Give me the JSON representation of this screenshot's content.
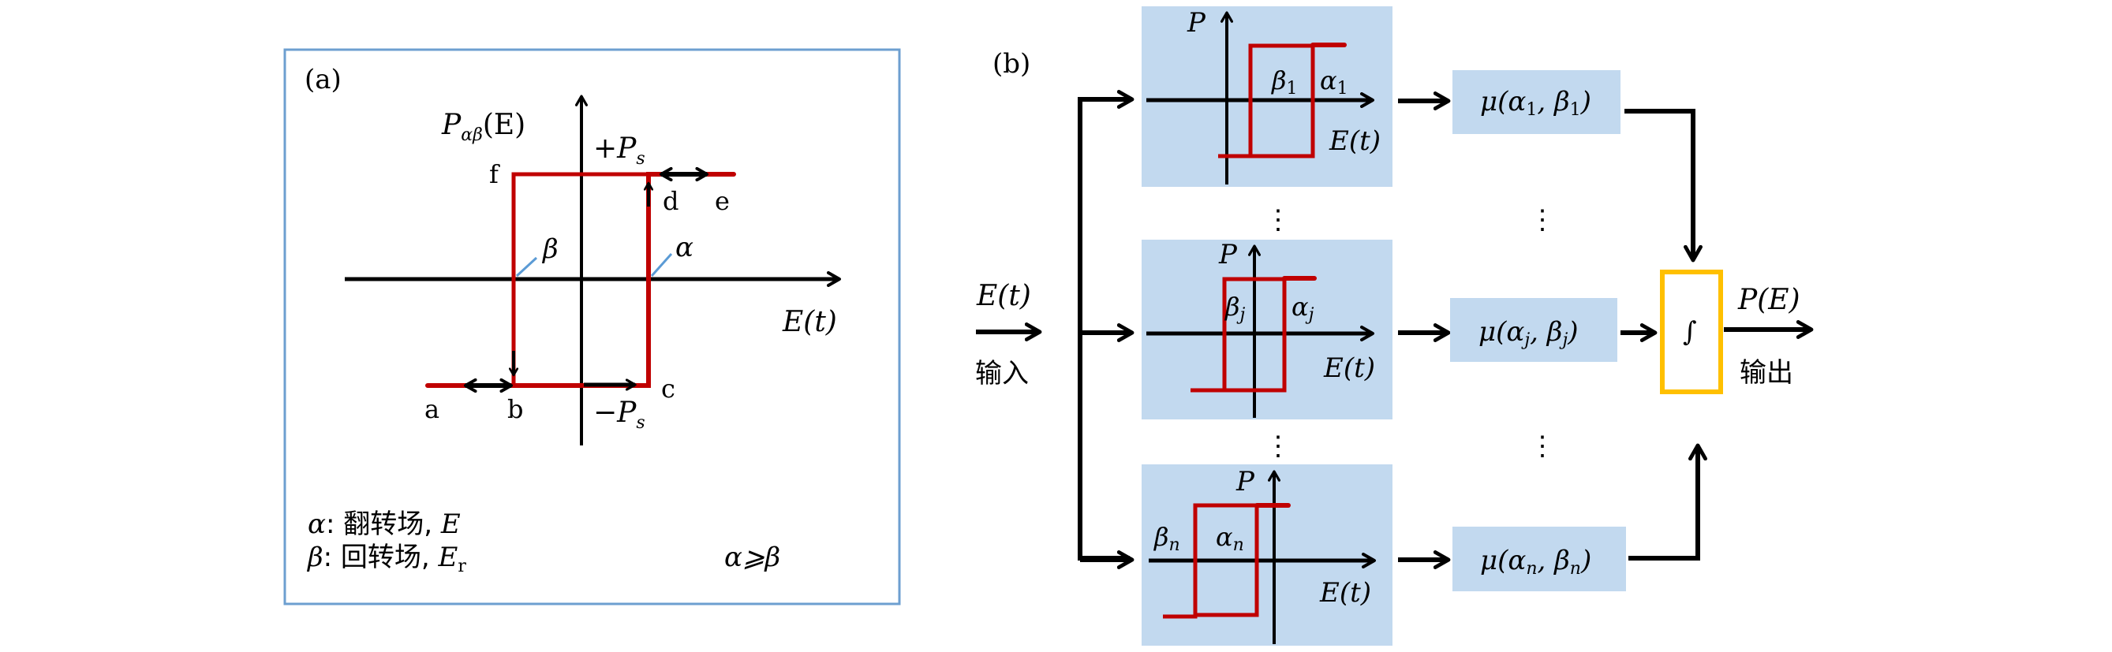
{
  "colors": {
    "loop_red": "#c00000",
    "panel_border": "#6d9fd0",
    "block_fill": "#c2d9ef",
    "integrator_border": "#ffc000",
    "guide_line": "#5b9bd5",
    "ink": "#000000"
  },
  "panel_a": {
    "label": "(a)",
    "y_axis_label": {
      "main": "P",
      "sub": "αβ",
      "arg": "(E)"
    },
    "x_axis_label": "E(t)",
    "plus_ps": {
      "sign": "+",
      "main": "P",
      "sub": "s"
    },
    "minus_ps": {
      "sign": "−",
      "main": "P",
      "sub": "s"
    },
    "points": {
      "a": "a",
      "b": "b",
      "c": "c",
      "d": "d",
      "e": "e",
      "f": "f"
    },
    "alpha_label": "α",
    "beta_label": "β",
    "legend": {
      "alpha_line": {
        "sym": "α",
        "text": ": 翻转场, ",
        "var": "E"
      },
      "beta_line": {
        "sym": "β",
        "text": ": 回转场, ",
        "var": "E",
        "var_sub": "r"
      },
      "condition": "α⩾β"
    }
  },
  "panel_b": {
    "label": "(b)",
    "input": {
      "signal": "E(t)",
      "caption": "输入"
    },
    "output": {
      "signal": "P(E)",
      "caption": "输出"
    },
    "integrator_symbol": "∫",
    "ellipsis": "⋮",
    "hysterons": [
      {
        "id": "1",
        "y_label": "P",
        "x_label": "E(t)",
        "beta": "β",
        "beta_sub": "1",
        "alpha": "α",
        "alpha_sub": "1",
        "weight": {
          "pre": "μ(α",
          "a_sub": "1",
          "mid": ", β",
          "b_sub": "1",
          "post": ")"
        }
      },
      {
        "id": "j",
        "y_label": "P",
        "x_label": "E(t)",
        "beta": "β",
        "beta_sub": "j",
        "alpha": "α",
        "alpha_sub": "j",
        "weight": {
          "pre": "μ(α",
          "a_sub": "j",
          "mid": ", β",
          "b_sub": "j",
          "post": ")"
        }
      },
      {
        "id": "n",
        "y_label": "P",
        "x_label": "E(t)",
        "beta": "β",
        "beta_sub": "n",
        "alpha": "α",
        "alpha_sub": "n",
        "weight": {
          "pre": "μ(α",
          "a_sub": "n",
          "mid": ", β",
          "b_sub": "n",
          "post": ")"
        }
      }
    ]
  }
}
